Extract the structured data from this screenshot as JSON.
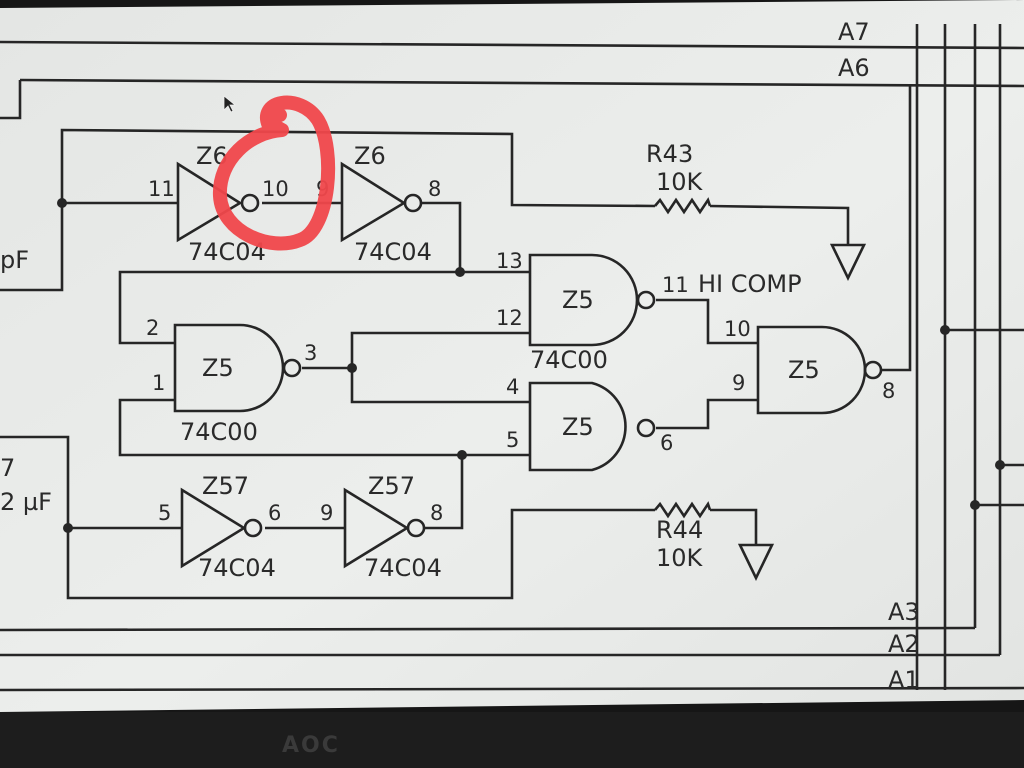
{
  "photo": {
    "subject": "monitor-showing-schematic",
    "monitor_brand": "AOC",
    "annotation_color": "#f0474b",
    "paper_color": "#e9ebe9"
  },
  "bus_labels": [
    "A7",
    "A6",
    "A3",
    "A2",
    "A1"
  ],
  "components": {
    "z6_top_left": {
      "ref": "Z6",
      "pin_in": "11",
      "pin_out": "10",
      "part": "74C04"
    },
    "z6_top_right": {
      "ref": "Z6",
      "pin_in": "9",
      "pin_out": "8",
      "part": "74C04"
    },
    "r43": {
      "ref": "R43",
      "value": "10K"
    },
    "r44": {
      "ref": "R44",
      "value": "10K"
    },
    "z5_upper": {
      "ref": "Z5",
      "pin_a": "13",
      "pin_b": "12",
      "pin_out": "11",
      "part": "74C00",
      "net": "HI COMP"
    },
    "z5_left": {
      "ref": "Z5",
      "pin_a": "2",
      "pin_b": "1",
      "pin_out": "3",
      "part": "74C00"
    },
    "z5_lower": {
      "ref": "Z5",
      "pin_a": "4",
      "pin_b": "5",
      "pin_out": "6"
    },
    "z5_right": {
      "ref": "Z5",
      "pin_a": "10",
      "pin_b": "9",
      "pin_out": "8"
    },
    "z57_left": {
      "ref": "Z57",
      "pin_in": "5",
      "pin_out": "6",
      "part": "74C04"
    },
    "z57_right": {
      "ref": "Z57",
      "pin_in": "9",
      "pin_out": "8",
      "part": "74C04"
    }
  },
  "edge_fragments": {
    "cap_top": "pF",
    "cap_bottom_num": "7",
    "cap_bottom": "2 µF"
  }
}
